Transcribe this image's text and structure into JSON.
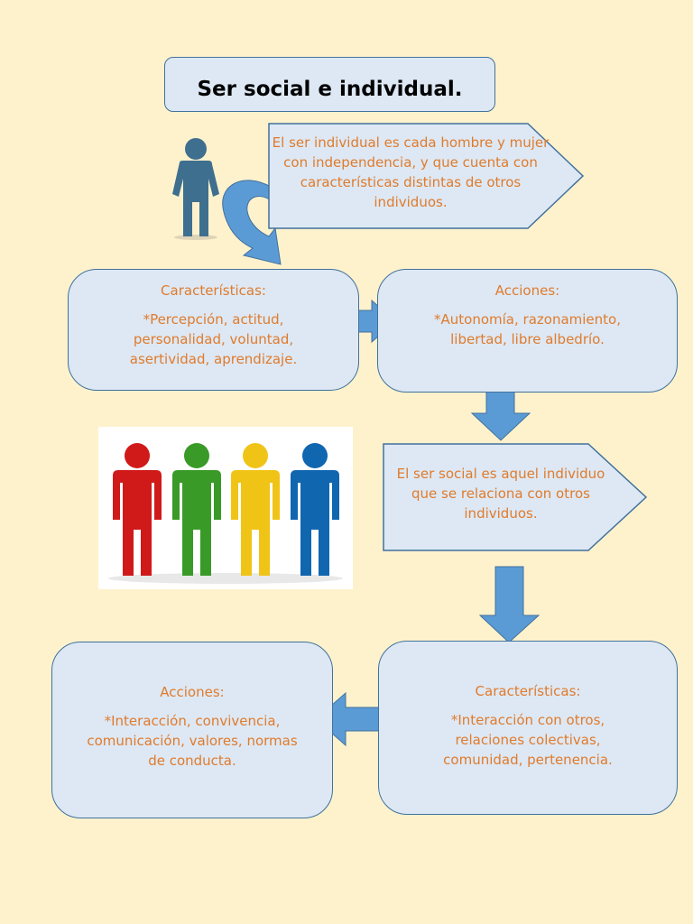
{
  "title": "Ser social e individual.",
  "individual_definition": "El ser individual es cada hombre y mujer con independencia, y que cuenta con características distintas de otros individuos.",
  "individual_characteristics": {
    "heading": "Características:",
    "body": "*Percepción, actitud, personalidad, voluntad, asertividad, aprendizaje."
  },
  "individual_actions": {
    "heading": "Acciones:",
    "body": "*Autonomía, razonamiento, libertad, libre albedrío."
  },
  "social_definition": "El ser social es aquel individuo que se relaciona con otros individuos.",
  "social_characteristics": {
    "heading": "Características:",
    "body": "*Interacción con otros, relaciones colectivas, comunidad, pertenencia."
  },
  "social_actions": {
    "heading": "Acciones:",
    "body": "*Interacción, convivencia, comunicación, valores, normas de conducta."
  },
  "icons": [
    "person-icon",
    "colored-people-group-icon",
    "curved-arrow-icon",
    "right-arrow-icon",
    "down-arrow-icon",
    "left-arrow-icon"
  ],
  "colors": {
    "background": "#fef2cd",
    "box_fill": "#dde8f4",
    "box_border": "#41719c",
    "text_accent": "#e07b2c",
    "arrow_fill": "#5b9bd5",
    "person_single": "#3f6f8f",
    "people": [
      "#d01a1a",
      "#3a9a28",
      "#f0c417",
      "#1166b0"
    ]
  }
}
